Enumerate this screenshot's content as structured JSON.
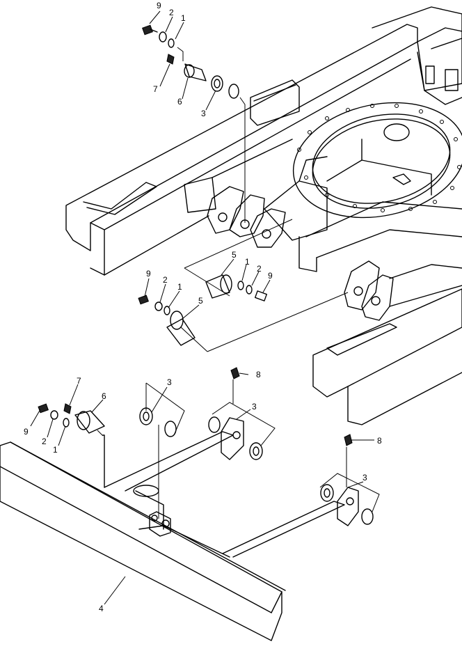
{
  "callouts": {
    "c1": "9",
    "c2": "2",
    "c3": "1",
    "c4": "7",
    "c5": "6",
    "c6": "3",
    "c7": "5",
    "c8": "1",
    "c9": "2",
    "c10": "9",
    "c11": "9",
    "c12": "2",
    "c13": "1",
    "c14": "5",
    "c15": "8",
    "c16": "3",
    "c17": "3",
    "c18": "7",
    "c19": "6",
    "c20": "9",
    "c21": "2",
    "c22": "1",
    "c23": "8",
    "c24": "3",
    "c25": "4"
  }
}
